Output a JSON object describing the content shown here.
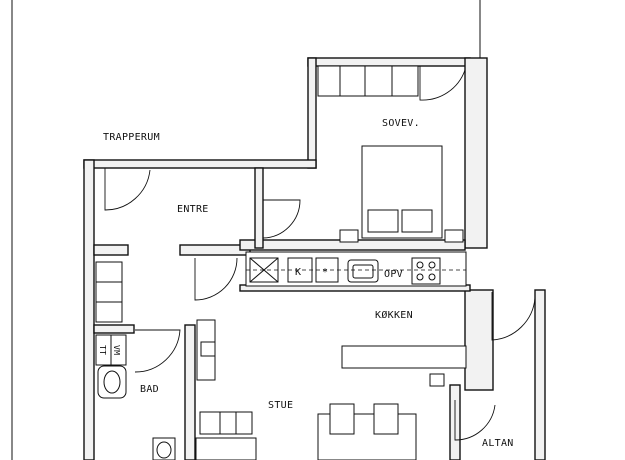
{
  "rooms": {
    "trapperum": "TRAPPERUM",
    "sovev": "SOVEV.",
    "entre": "ENTRE",
    "kokken": "KØKKEN",
    "bad": "BAD",
    "stue": "STUE",
    "altan": "ALTAN"
  },
  "fixtures": {
    "k": "K",
    "opv": "OPV",
    "tt": "TT",
    "vm": "VM"
  },
  "icons": [
    "cross-box-icon",
    "star-icon",
    "sink-icon",
    "hob-icon",
    "bathtub-icon",
    "toilet-icon",
    "bed-icon"
  ]
}
